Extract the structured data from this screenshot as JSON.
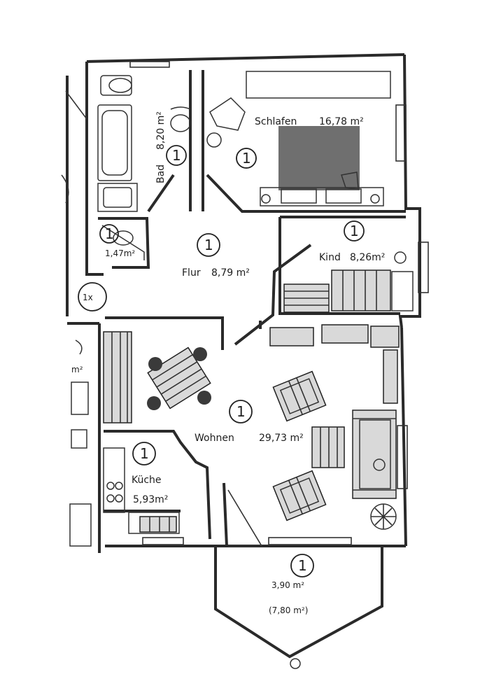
{
  "rooms": {
    "schlafen": {
      "name": "Schlafen",
      "area": "16,78 m²",
      "unit_marker": "1"
    },
    "bad": {
      "name": "Bad",
      "area": "8,20 m²",
      "unit_marker": "1"
    },
    "wc": {
      "area": "1,47m²",
      "unit_marker": "1"
    },
    "flur": {
      "name": "Flur",
      "area": "8,79  m²",
      "unit_marker": "1"
    },
    "kind": {
      "name": "Kind",
      "area": "8,26m²",
      "unit_marker": "1"
    },
    "wohnen": {
      "name": "Wohnen",
      "area": "29,73 m²",
      "unit_marker": "1"
    },
    "kueche": {
      "name": "Küche",
      "area": "5,93m²",
      "unit_marker": "1"
    },
    "balkon": {
      "area": "3,90 m²",
      "area_total": "(7,80 m²)",
      "unit_marker": "1"
    }
  },
  "entrance": {
    "marker": "1x"
  },
  "neighbor_fragment": {
    "text": "m²"
  }
}
